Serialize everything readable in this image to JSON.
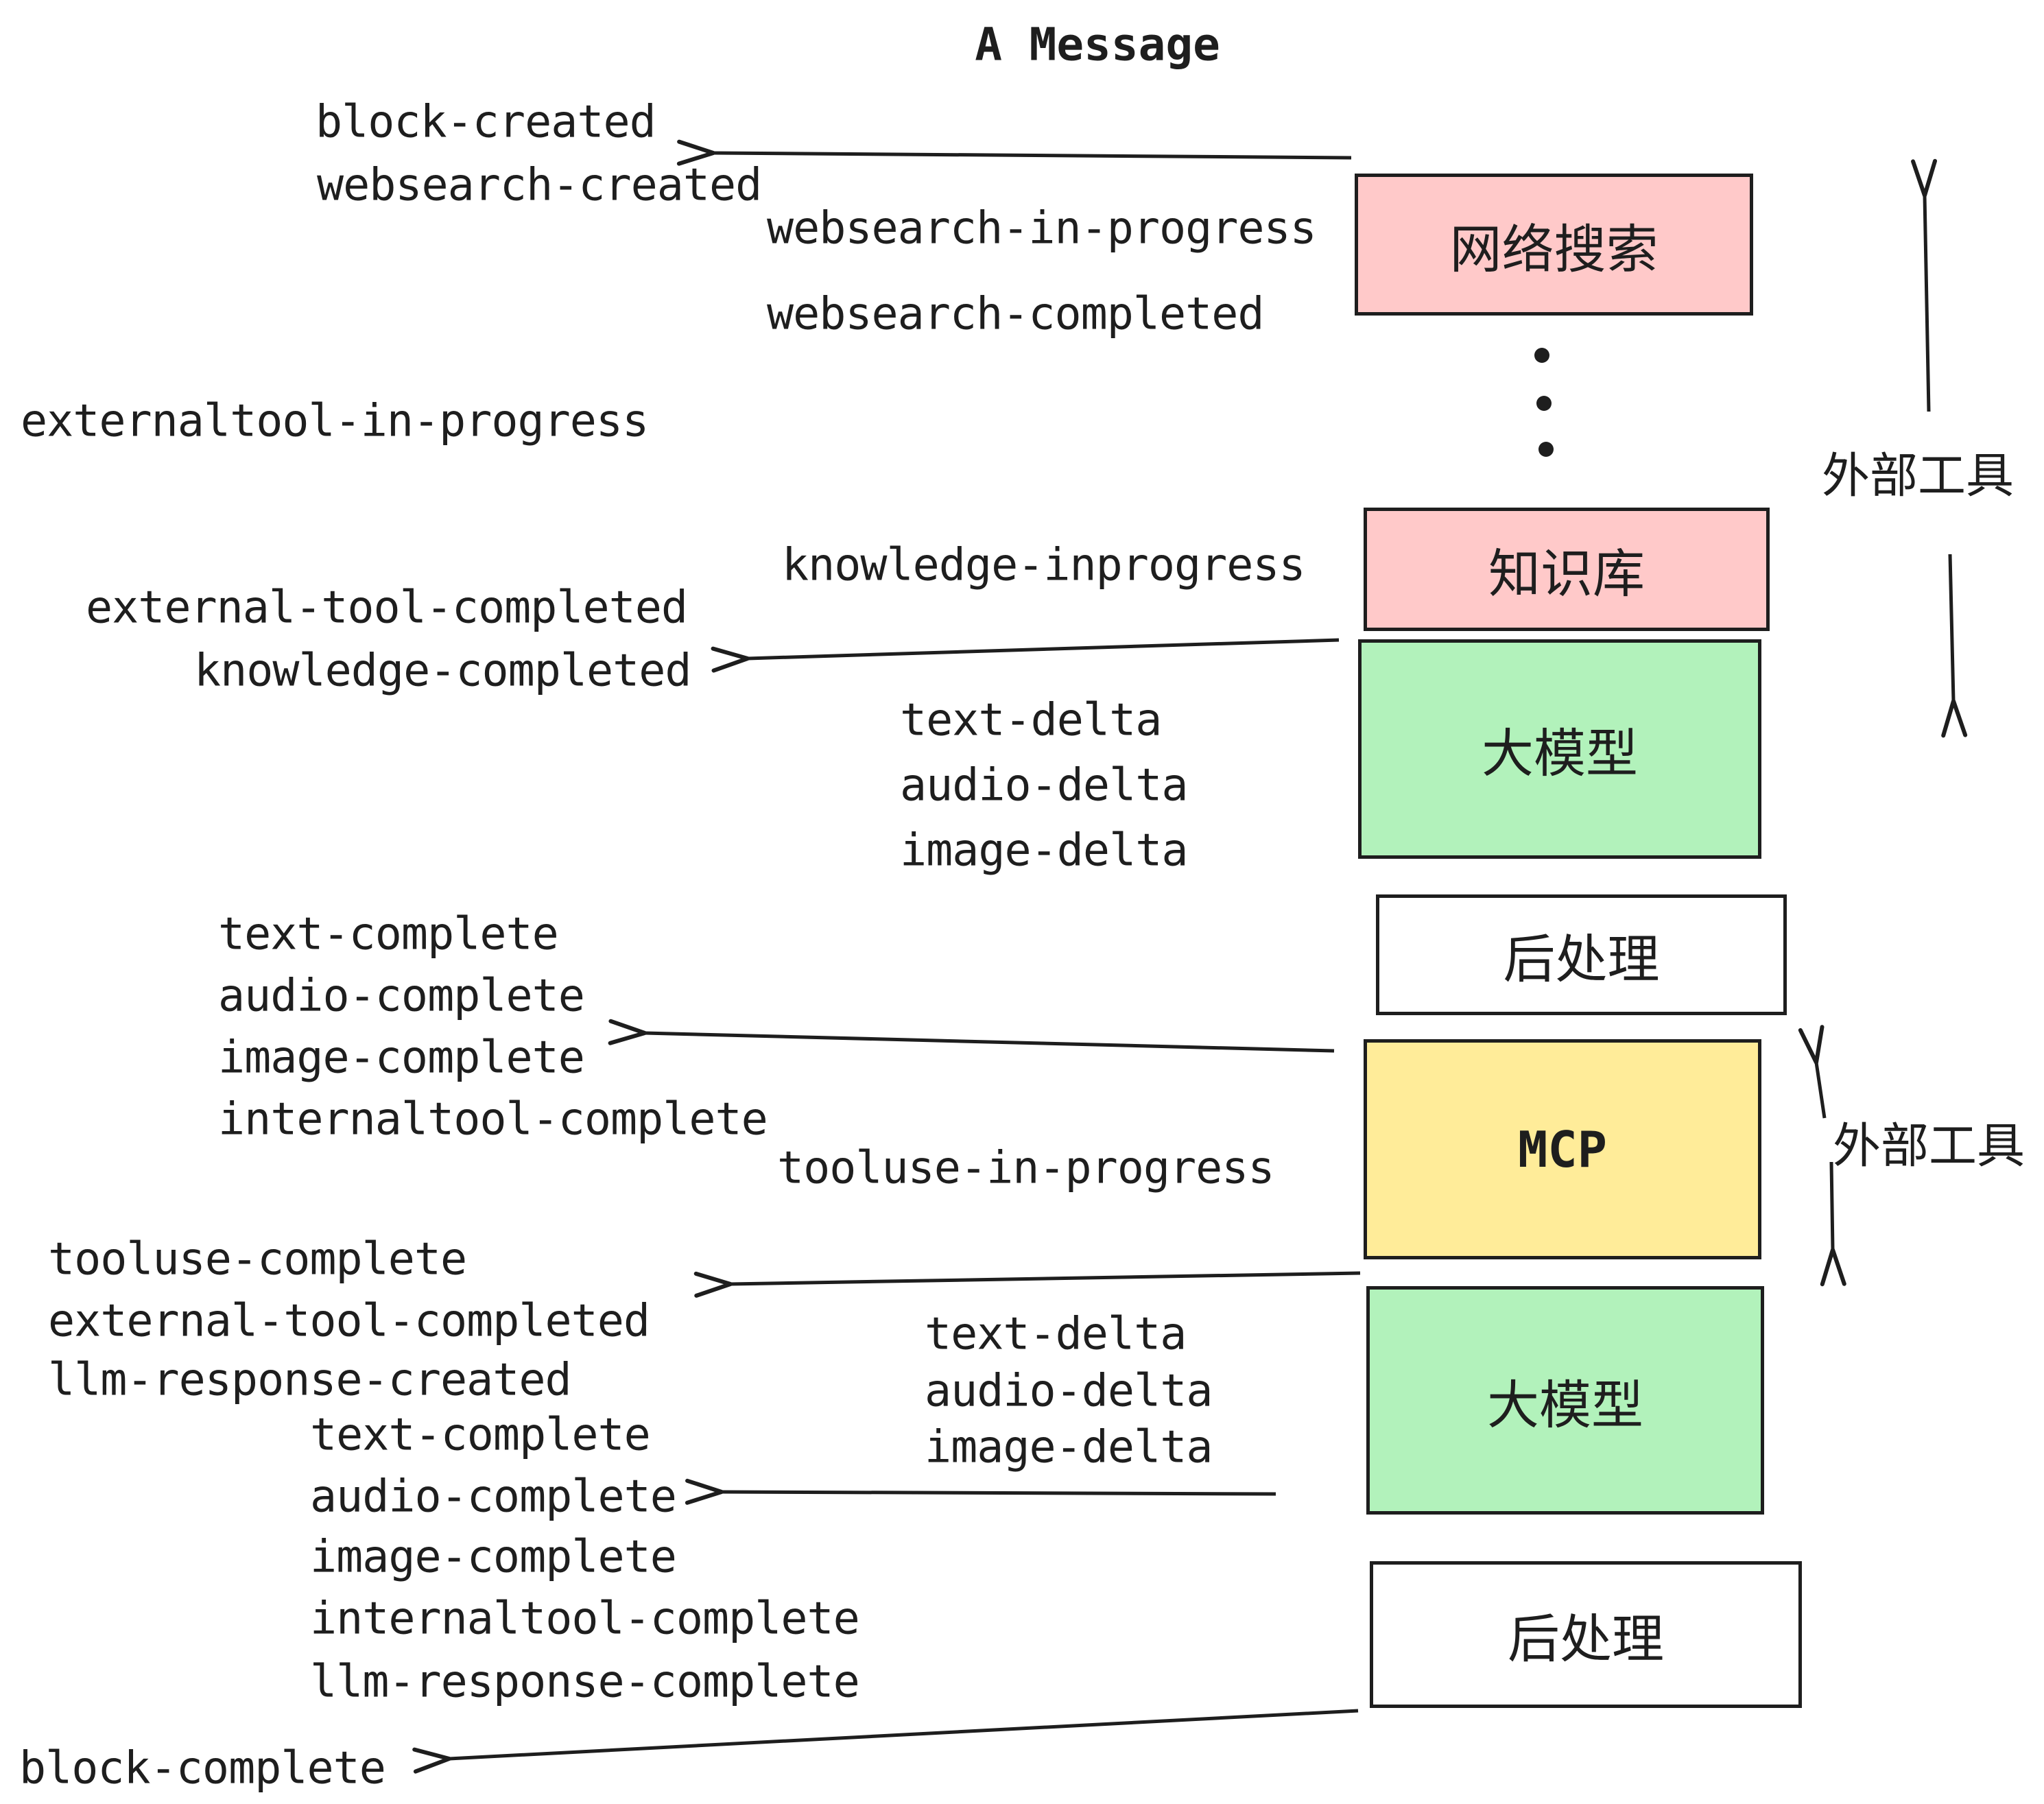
{
  "title": "A Message",
  "events": {
    "block_created": "block-created",
    "websearch_created": "websearch-created",
    "websearch_in_progress": "websearch-in-progress",
    "websearch_completed": "websearch-completed",
    "externaltool_in_progress": "externaltool-in-progress",
    "knowledge_inprogress": "knowledge-inprogress",
    "external_tool_completed": "external-tool-completed",
    "knowledge_completed": "knowledge-completed",
    "text_delta": "text-delta",
    "audio_delta": "audio-delta",
    "image_delta": "image-delta",
    "text_complete": "text-complete",
    "audio_complete": "audio-complete",
    "image_complete": "image-complete",
    "internaltool_complete": "internaltool-complete",
    "tooluse_in_progress": "tooluse-in-progress",
    "tooluse_complete": "tooluse-complete",
    "llm_response_created": "llm-response-created",
    "llm_response_complete": "llm-response-complete",
    "block_complete": "block-complete"
  },
  "nodes": {
    "web_search": "网络搜索",
    "knowledge_base": "知识库",
    "llm": "大模型",
    "post_processing": "后处理",
    "mcp": "MCP"
  },
  "annotations": {
    "external_tools": "外部工具"
  },
  "colors": {
    "ink": "#1e1e1e",
    "paper": "#ffffff",
    "pink": "#FFC9C9",
    "green": "#B2F2BB",
    "yellow": "#FFEC99"
  }
}
